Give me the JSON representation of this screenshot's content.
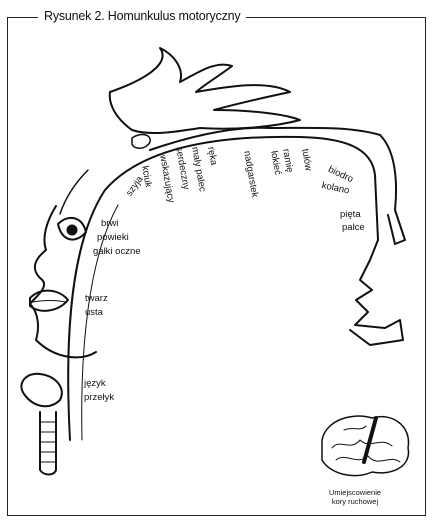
{
  "figure": {
    "title": "Rysunek 2. Homunkulus motoryczny",
    "caption_line1": "Umiejscowienie",
    "caption_line2": "kory ruchowej"
  },
  "labels": {
    "szyja": "szyja",
    "kciuk": "kciuk",
    "wskazujacy": "wskazujący",
    "serdeczny": "serdeczny",
    "maly_palec": "mały palec",
    "reka": "ręka",
    "nadgarstek": "nadgarstek",
    "lokiec": "łokieć",
    "ramie": "ramię",
    "tulow": "tułów",
    "biodro": "biodro",
    "kolano": "kolano",
    "pieta": "pięta",
    "palce": "palce",
    "brwi": "brwi",
    "powieki": "powieki",
    "galki_oczne": "gałki oczne",
    "twarz": "twarz",
    "usta": "usta",
    "jezyk": "język",
    "przelyk": "przełyk"
  },
  "colors": {
    "ink": "#111111",
    "frame": "#222222",
    "background": "#ffffff"
  }
}
